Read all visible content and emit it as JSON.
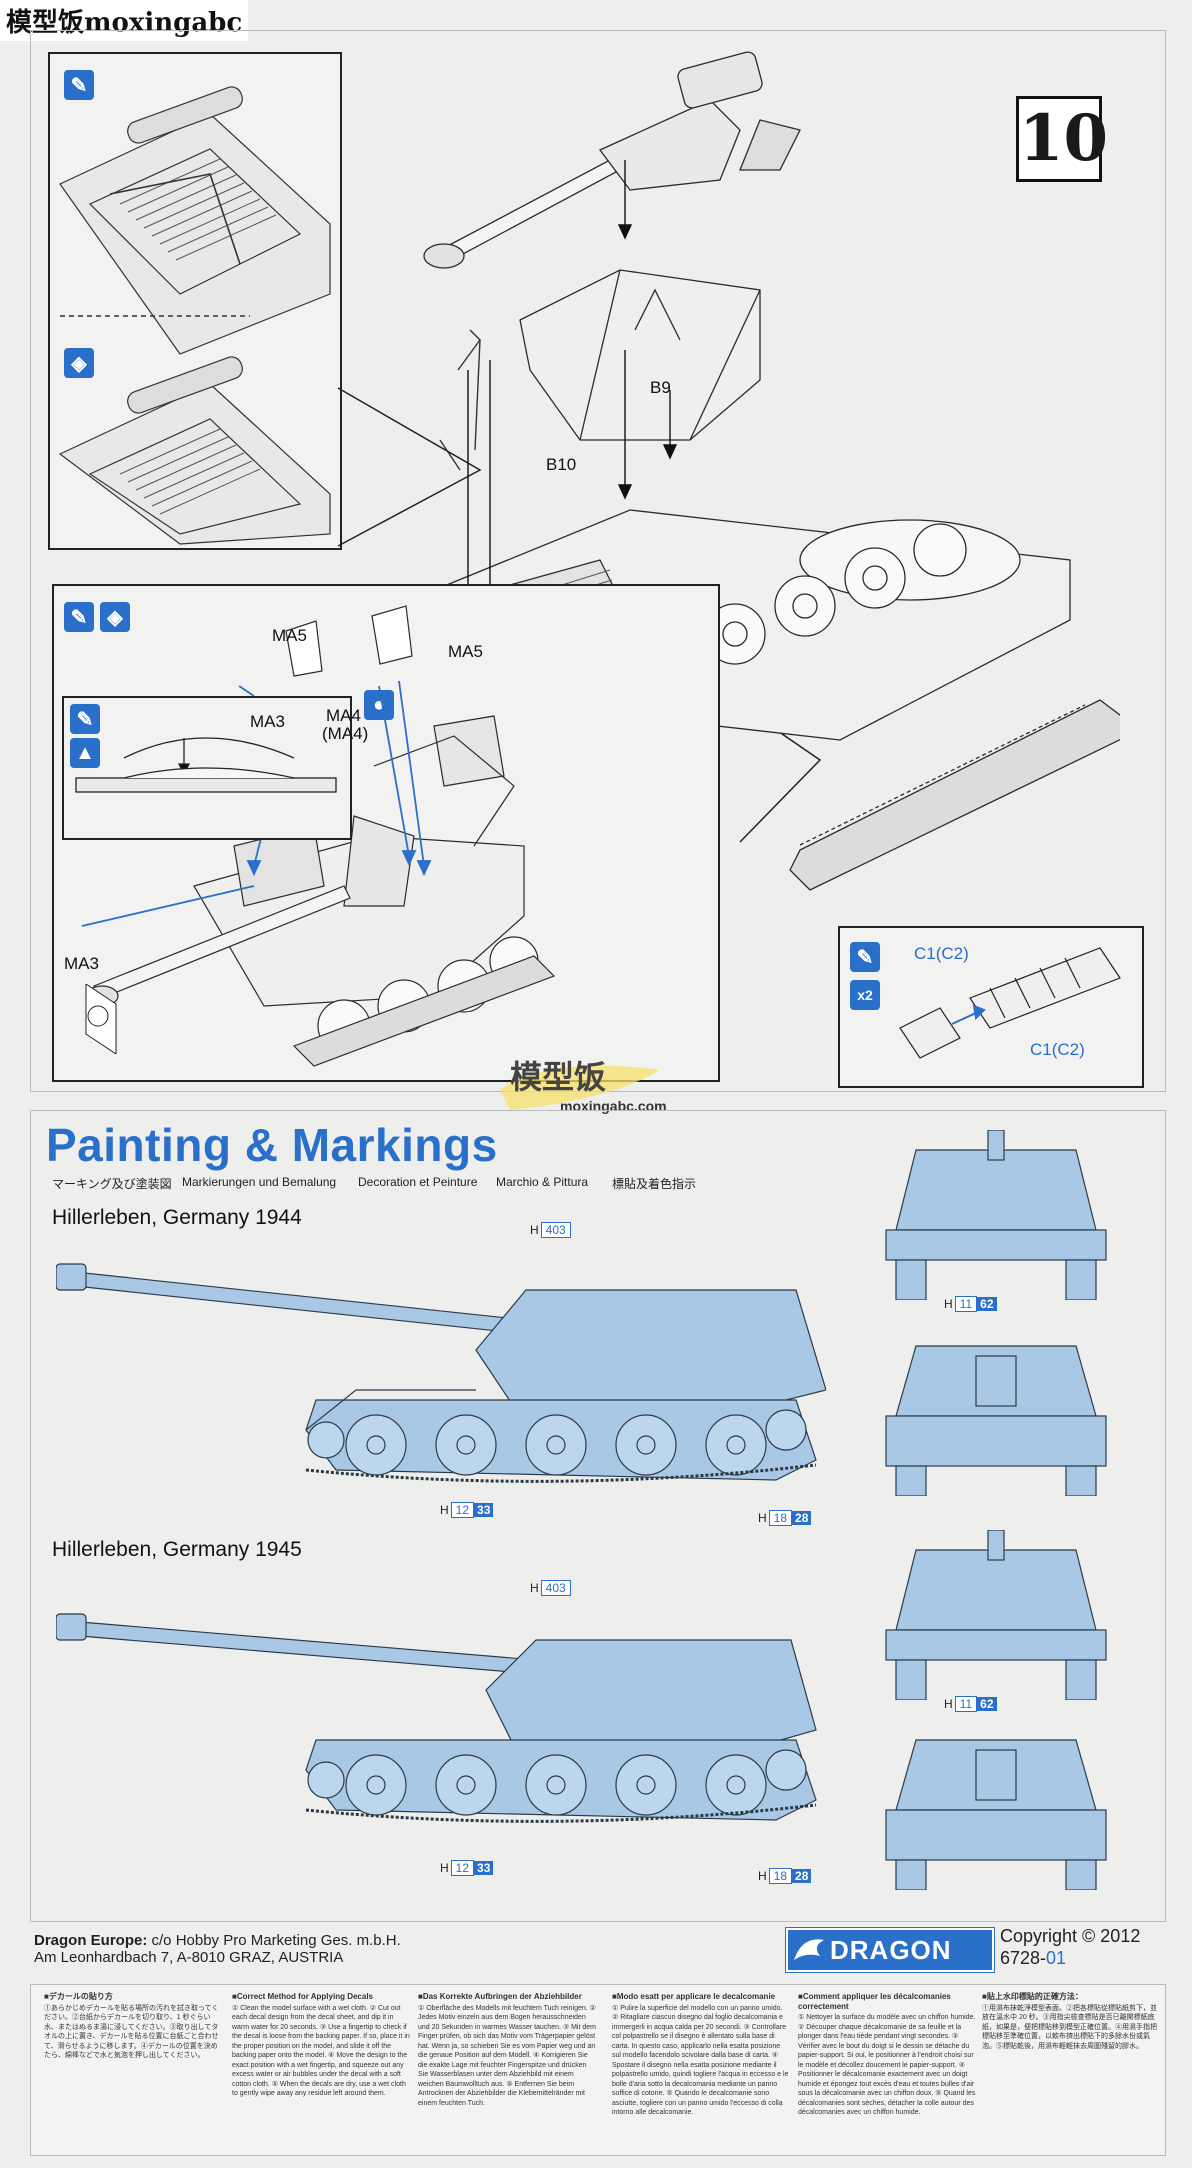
{
  "watermark": {
    "top_text": "模型饭moxingabc",
    "logo_cn": "模型饭",
    "logo_url": "moxingabc.com"
  },
  "step": {
    "number": "10"
  },
  "parts": {
    "b9": "B9",
    "b10": "B10",
    "ma5_a": "MA5",
    "ma5_b": "MA5",
    "ma4": "MA4",
    "ma4_alt": "(MA4)",
    "ma3_a": "MA3",
    "ma3_b": "MA3",
    "c1_a": "C1(C2)",
    "c1_b": "C1(C2)",
    "x2": "x2"
  },
  "painting": {
    "title": "Painting & Markings",
    "subtitles": [
      "マーキング及び塗装図",
      "Markierungen und Bemalung",
      "Decoration et Peinture",
      "Marchio & Pittura",
      "標貼及着色指示"
    ],
    "scheme1": {
      "name": "Hillerleben, Germany 1944"
    },
    "scheme2": {
      "name": "Hillerleben, Germany 1945"
    },
    "markers": {
      "h": "H",
      "403": "403",
      "12": "12",
      "33": "33",
      "18": "18",
      "28": "28",
      "11": "11",
      "62": "62"
    }
  },
  "colors": {
    "vehicle": "#a9c8e6",
    "accent": "#2a6fc9"
  },
  "footer": {
    "company_label": "Dragon Europe:",
    "company_line1": " c/o Hobby Pro Marketing Ges. m.b.H.",
    "company_line2": "Am Leonhardbach 7, A-8010 GRAZ, AUSTRIA",
    "brand": "DRAGON",
    "copyright": "Copyright © 2012",
    "code_main": "6728-",
    "code_suffix": "01"
  },
  "instructions": [
    {
      "heading": "■デカールの貼り方",
      "body": "①あらかじめデカールを貼る場所の汚れを拭き取ってください。②台紙からデカールを切り取り、1 秒ぐらい水、またはぬるま湯に浸してください。③取り出してタオルの上に置き、デカールを貼る位置に台紙ごと合わせて、滑らせるように移します。④デカールの位置を決めたら、綿棒などで水と気泡を押し出してください。"
    },
    {
      "heading": "■Correct Method for Applying Decals",
      "body": "① Clean the model surface with a wet cloth. ② Cut out each decal design from the decal sheet, and dip it in warm water for 20 seconds. ③ Use a fingertip to check if the decal is loose from the backing paper. If so, place it in the proper position on the model, and slide it off the backing paper onto the model. ④ Move the design to the exact position with a wet fingertip, and squeeze out any excess water or air bubbles under the decal with a soft cotton cloth. ⑤ When the decals are dry, use a wet cloth to gently wipe away any residue left around them."
    },
    {
      "heading": "■Das Korrekte Aufbringen der Abziehbilder",
      "body": "① Oberfläche des Modells mit feuchtem Tuch reinigen. ② Jedes Motiv einzeln aus dem Bogen herausschneiden und 20 Sekunden in warmes Wasser tauchen. ③ Mit dem Finger prüfen, ob sich das Motiv vom Trägerpapier gelöst hat. Wenn ja, so schieben Sie es vom Papier weg und an die genaue Position auf dem Modell. ④ Korrigieren Sie die exakte Lage mit feuchter Fingerspitze und drücken Sie Wasserblasen unter dem Abziehbild mit einem weichen Baumwolltuch aus. ⑤ Entfernen Sie beim Antrocknen der Abziehbilder die Klebemittelränder mit einem feuchten Tuch."
    },
    {
      "heading": "■Modo esatt per applicare le decalcomanie",
      "body": "① Pulire la superficie del modello con un panno umido. ② Ritagliare ciascun disegno dal foglio decalcomania e immergerli in acqua calda per 20 secondi. ③ Controllare col polpastrello se il disegno è allentato sulla base di carta. In questo caso, applicarlo nella esatta posizione sul modello facendolo scivolare dalla base di carta. ④ Spostare il disegno nella esatta posizione mediante il polpastrello umido, quindi togliere l'acqua in eccesso e le bolle d'aria sotto la decalcomania mediante un panno soffice di cotone. ⑤ Quando le decalcomanie sono asciutte, togliere con un panno umido l'eccesso di colla intorno alle decalcomanie."
    },
    {
      "heading": "■Comment appliquer les décalcomanies correctement",
      "body": "① Nettoyer la surface du modèle avec un chiffon humide. ② Découper chaque décalcomanie de sa feuille et la plonger dans l'eau tiède pendant vingt secondes. ③ Vérifier avec le bout du doigt si le dessin se détache du papier-support. Si oui, le positionner à l'endroit choisi sur le modèle et décollez doucement le papier-support. ④ Positionner le décalcomanie exactement avec un doigt humide et épongez tout excès d'eau et toutes bulles d'air sous la décalcomanie avec un chiffon doux. ⑤ Quand les décalcomanies sont sèches, détacher la colle autour des décalcomanies avec un chiffon humide."
    },
    {
      "heading": "■貼上水印標貼的正確方法：",
      "body": "①用濕布抹乾淨模型表面。②把各標貼從標貼紙剪下，並放在溫水中 20 秒。③用指尖檢查標貼是否已離開標紙底紙，如果是，便把標貼移到模型正確位置。④用濕手指把標貼移至準確位置，以軟布擠出標貼下的多餘水份或氣泡。⑤標貼乾後，用濕布輕輕抹去周圍殘留的膠水。"
    }
  ]
}
